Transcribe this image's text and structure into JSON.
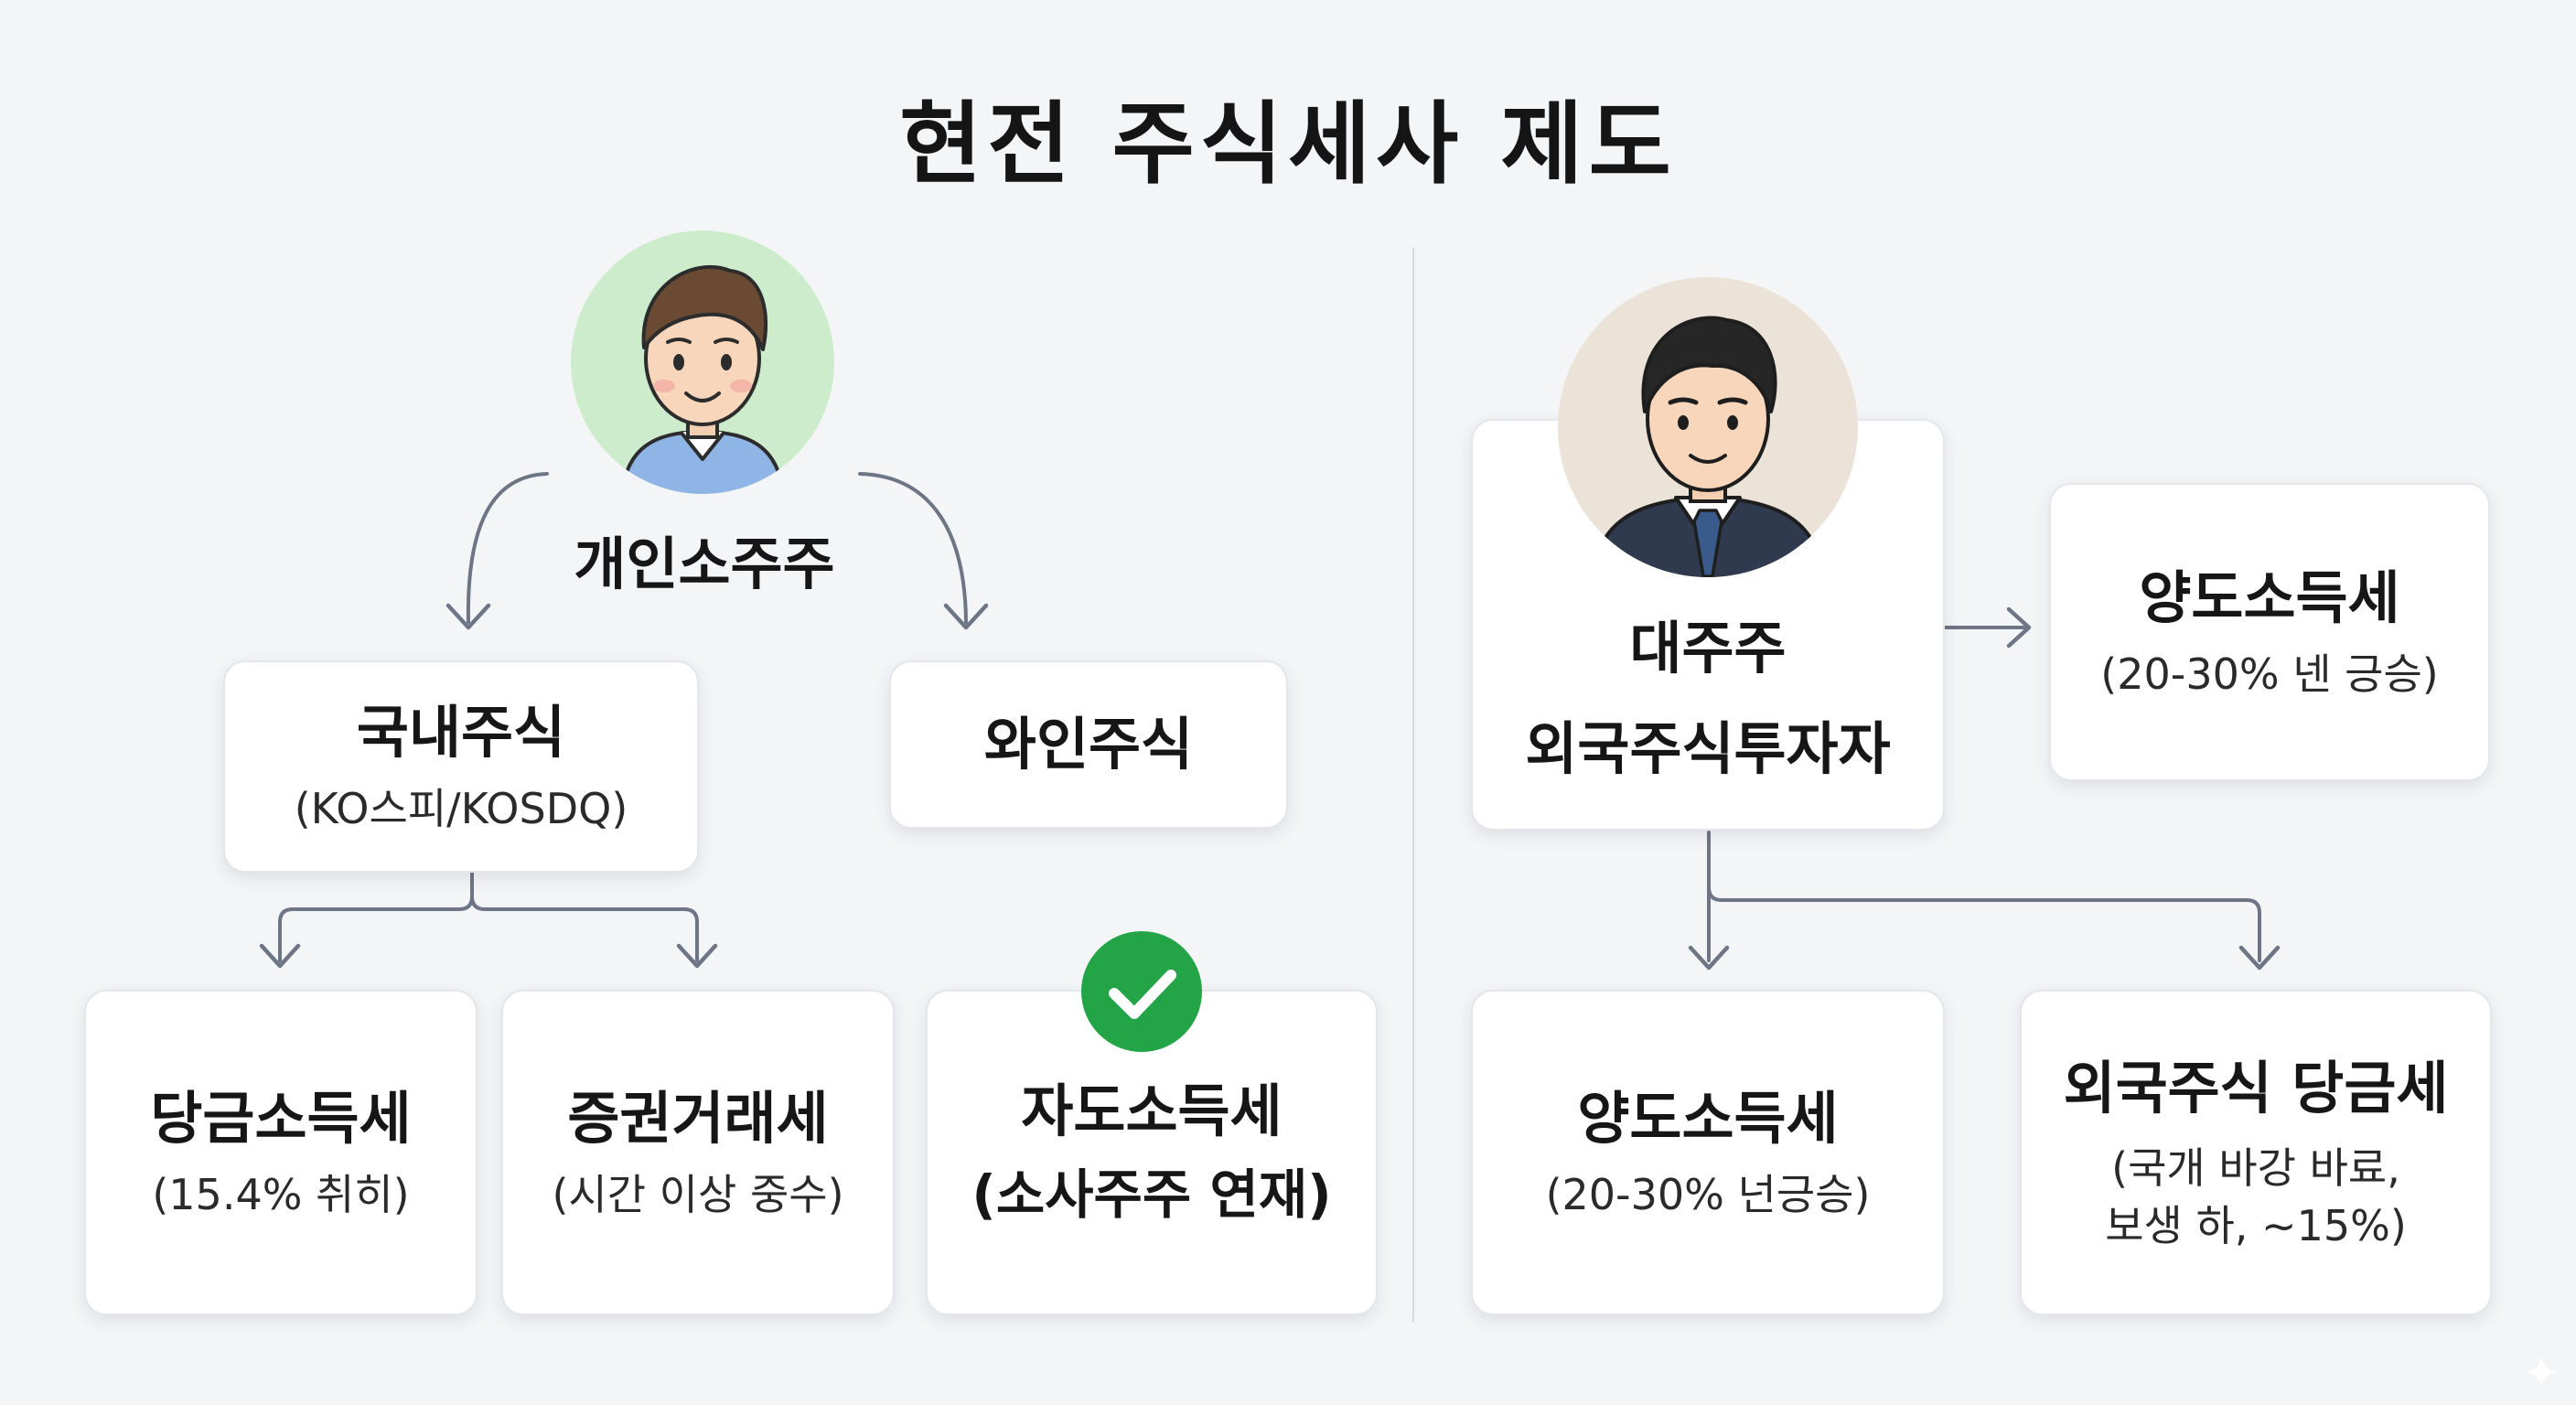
{
  "title": "현전 주식세사 제도",
  "individual": {
    "label": "개인소주주",
    "domestic": {
      "title": "국내주식",
      "sub": "(KO스피/KOSDQ)"
    },
    "foreign": {
      "title": "와인주식"
    },
    "dividend": {
      "title": "당금소득세",
      "sub": "(15.4% 취히)"
    },
    "transaction": {
      "title": "증권거래세",
      "sub": "(시간 이상 중수)"
    },
    "capital": {
      "title": "자도소득세",
      "sub": "(소사주주 연재)"
    }
  },
  "major": {
    "line1": "대주주",
    "line2": "외국주식투자자",
    "capital_gains_top": {
      "title": "양도소득세",
      "sub": "(20-30% 넨 긍승)"
    },
    "capital_gains": {
      "title": "양도소득세",
      "sub": "(20-30% 넌긍승)"
    },
    "foreign_dividend": {
      "title": "외국주식 당금세",
      "sub_line1": "(국개 바강 바료,",
      "sub_line2": "보생 하, ~15%)"
    }
  },
  "icons": {
    "individual_avatar": "casual-man-avatar-icon",
    "major_avatar": "businessman-avatar-icon",
    "check": "check-circle-icon",
    "corner": "sparkle-icon"
  },
  "colors": {
    "background": "#f4f5f7",
    "connector": "#6e7584",
    "individual_avatar_bg": "#cdeccc",
    "major_avatar_bg": "#ece3d8",
    "check_green": "#22a447"
  }
}
